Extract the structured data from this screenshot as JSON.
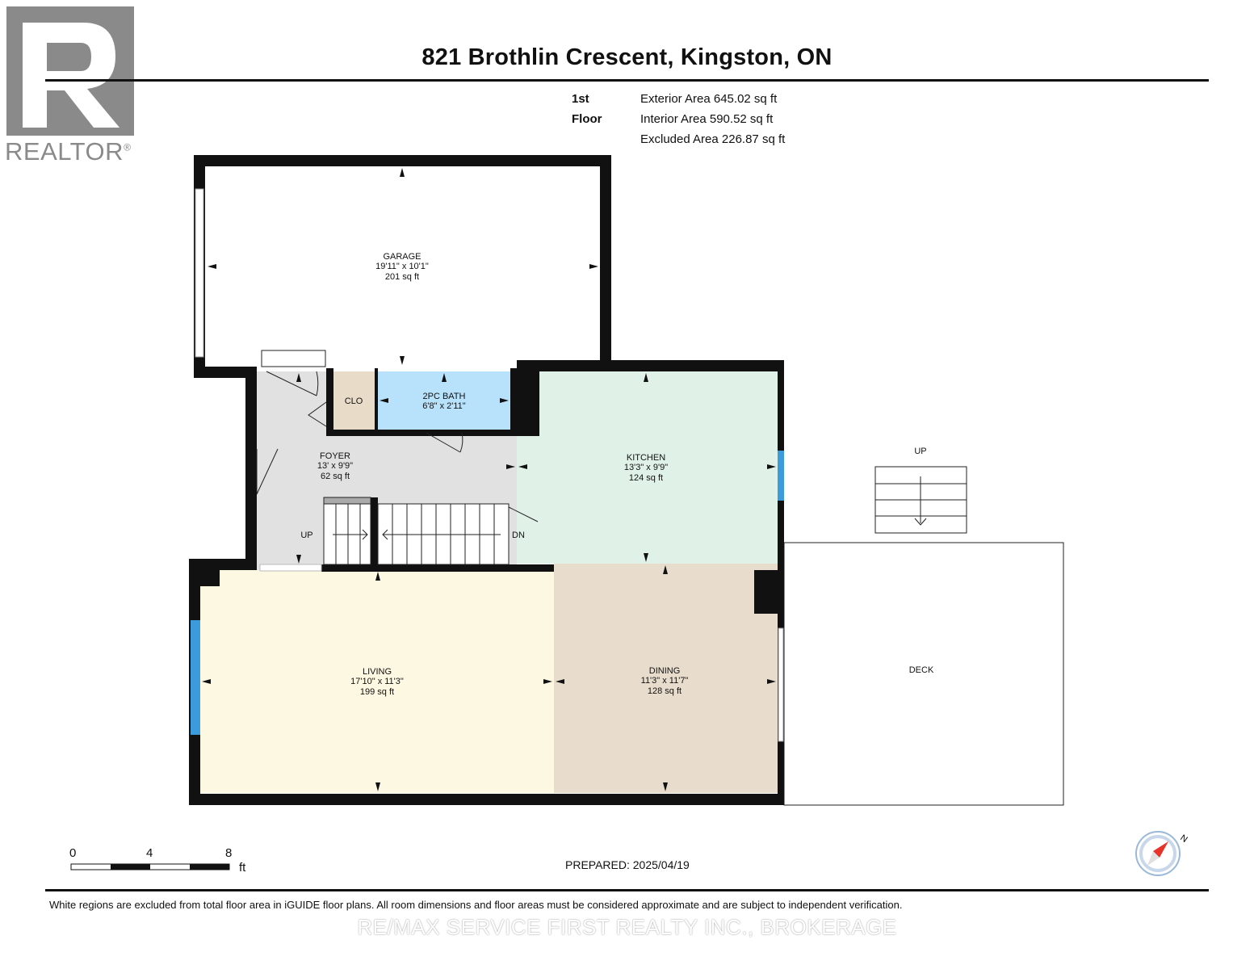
{
  "header": {
    "title": "821 Brothlin Crescent, Kingston, ON"
  },
  "floor_summary": {
    "floor": "1st Floor",
    "exterior_area": "Exterior Area 645.02 sq ft",
    "interior_area": "Interior Area 590.52 sq ft",
    "excluded_area": "Excluded Area 226.87 sq ft"
  },
  "logo": {
    "text": "REALTOR",
    "mark": "®",
    "color": "#8a8a8a"
  },
  "rooms": {
    "garage": {
      "name": "GARAGE",
      "dims": "19'11\" x 10'1\"",
      "area": "201 sq ft",
      "color": "#ffffff"
    },
    "clo": {
      "name": "CLO",
      "color": "#e8dcc8"
    },
    "bath": {
      "name": "2PC BATH",
      "dims": "6'8\" x 2'11\"",
      "color": "#b8e2fb"
    },
    "foyer": {
      "name": "FOYER",
      "dims": "13' x 9'9\"",
      "area": "62 sq ft",
      "color": "#e1e1e1"
    },
    "kitchen": {
      "name": "KITCHEN",
      "dims": "13'3\" x 9'9\"",
      "area": "124 sq ft",
      "color": "#e0f2e8"
    },
    "living": {
      "name": "LIVING",
      "dims": "17'10\" x 11'3\"",
      "area": "199 sq ft",
      "color": "#fdf8e1"
    },
    "dining": {
      "name": "DINING",
      "dims": "11'3\" x 11'7\"",
      "area": "128 sq ft",
      "color": "#e8ddcd"
    },
    "deck": {
      "name": "DECK",
      "color": "#ffffff"
    }
  },
  "stair_labels": {
    "up": "UP",
    "dn": "DN",
    "deck_up": "UP"
  },
  "scale": {
    "labels": [
      "0",
      "4",
      "8"
    ],
    "unit": "ft"
  },
  "prepared": "PREPARED: 2025/04/19",
  "compass": {
    "label": "N",
    "needle_color": "#e8332a",
    "ring_color": "#5a9bd5"
  },
  "footnote": "White regions are excluded from total floor area in iGUIDE floor plans. All room dimensions and floor areas must be considered approximate and are subject to independent verification.",
  "watermark": "RE/MAX SERVICE FIRST REALTY INC., BROKERAGE",
  "colors": {
    "wall": "#111111",
    "window": "#3c9bdc"
  }
}
